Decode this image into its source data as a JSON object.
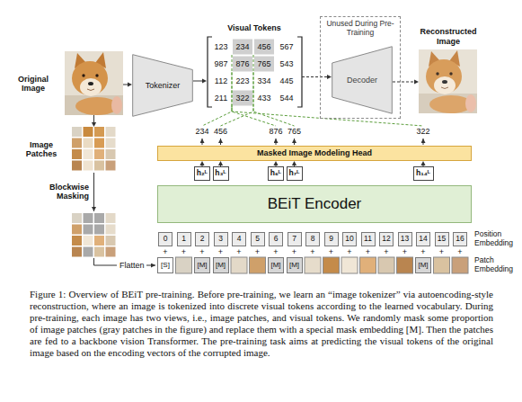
{
  "diagram": {
    "caption": "Figure 1: Overview of BEiT pre-training. Before pre-training, we learn an “image tokenizer” via autoencoding-style reconstruction, where an image is tokenized into discrete visual tokens according to the learned vocabulary. During pre-training, each image has two views, i.e., image patches, and visual tokens. We randomly mask some proportion of image patches (gray patches in the figure) and replace them with a special mask embedding [M]. Then the patches are fed to a backbone vision Transformer. The pre-training task aims at predicting the visual tokens of the original image based on the encoding vectors of the corrupted image.",
    "nodes": [
      {
        "text": [
          "Original Image"
        ]
      },
      {
        "text": [
          "Tokenizer"
        ]
      },
      {
        "text": [
          "Visual Tokens"
        ]
      },
      {
        "text": [
          "Unused During Pre-Training"
        ]
      },
      {
        "text": [
          "Decoder"
        ],
        "in": 3
      },
      {
        "text": [
          "Reconstructed Image"
        ]
      },
      {
        "text": [
          "Image Patches"
        ]
      },
      {
        "text": [
          "Masked Image Modeling Head"
        ]
      },
      {
        "text": [
          "h₂ᴸ"
        ]
      },
      {
        "text": [
          "h₃ᴸ"
        ]
      },
      {
        "text": [
          "h₆ᴸ"
        ]
      },
      {
        "text": [
          "h₇ᴸ"
        ]
      },
      {
        "text": [
          "h₁₄ᴸ"
        ]
      },
      {
        "text": [
          "BEiT Encoder"
        ]
      },
      {
        "text": [
          "0"
        ]
      },
      {
        "text": [
          "1"
        ]
      },
      {
        "text": [
          "2"
        ]
      },
      {
        "text": [
          "3"
        ]
      },
      {
        "text": [
          "4"
        ]
      },
      {
        "text": [
          "5"
        ]
      },
      {
        "text": [
          "6"
        ]
      },
      {
        "text": [
          "7"
        ]
      },
      {
        "text": [
          "8"
        ]
      },
      {
        "text": [
          "9"
        ]
      },
      {
        "text": [
          "10"
        ]
      },
      {
        "text": [
          "11"
        ]
      },
      {
        "text": [
          "12"
        ]
      },
      {
        "text": [
          "13"
        ]
      },
      {
        "text": [
          "14"
        ]
      },
      {
        "text": [
          "15"
        ]
      },
      {
        "text": [
          "16"
        ]
      },
      {
        "text": [
          "[S]"
        ]
      },
      {
        "text": [
          "[M]"
        ]
      },
      {
        "text": [
          "[M]"
        ]
      },
      {
        "text": [
          "[M]"
        ]
      },
      {
        "text": [
          "[M]"
        ]
      },
      {
        "text": [
          "[M]"
        ]
      }
    ],
    "edges": [
      {
        "from": 0,
        "to": 1,
        "arrow": "to"
      },
      {
        "from": 1,
        "to": 2,
        "arrow": "to"
      },
      {
        "from": 2,
        "to": 4,
        "arrow": "to"
      },
      {
        "from": 4,
        "to": 5,
        "arrow": "to"
      },
      {
        "from": 0,
        "to": 6,
        "arrow": "to"
      },
      {
        "from": 8,
        "to": 7,
        "arrow": "to"
      },
      {
        "from": 9,
        "to": 7,
        "arrow": "to"
      },
      {
        "from": 10,
        "to": 7,
        "arrow": "to"
      },
      {
        "from": 11,
        "to": 7,
        "arrow": "to"
      },
      {
        "from": 12,
        "to": 7,
        "arrow": "to"
      }
    ],
    "labels": [
      "123",
      "234",
      "456",
      "567",
      "987",
      "876",
      "765",
      "543",
      "112",
      "223",
      "334",
      "445",
      "211",
      "322",
      "433",
      "544",
      "234",
      "456",
      "876",
      "765",
      "322",
      "Blockwise Masking",
      "Flatten",
      "Position Embedding",
      "Patch Embedding",
      "+",
      "+",
      "+",
      "+",
      "+",
      "+",
      "+",
      "+",
      "+",
      "+",
      "+",
      "+",
      "+",
      "+",
      "+",
      "+",
      "+"
    ]
  }
}
